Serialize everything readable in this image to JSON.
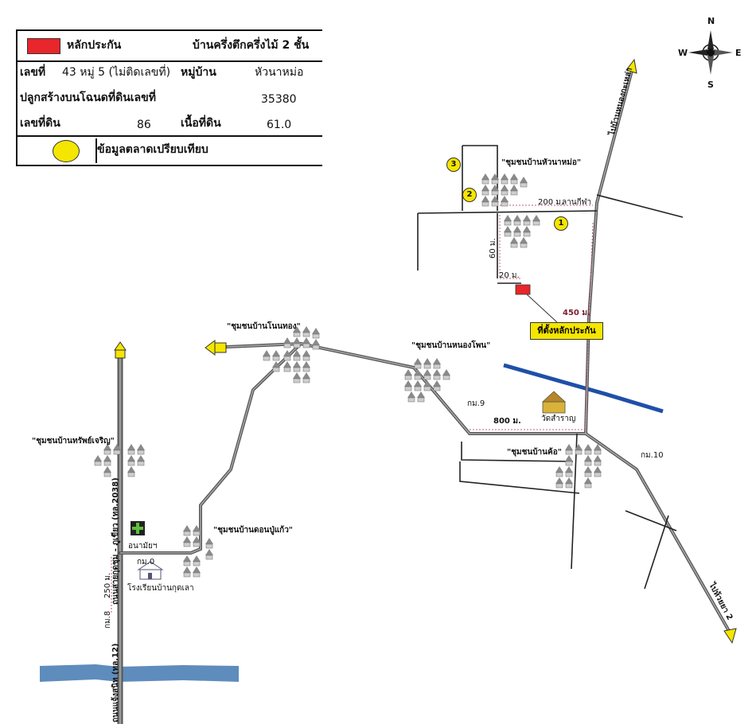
{
  "legend": {
    "collateral_label": "หลักประกัน",
    "building_type": "บ้านครึ่งตึกครึ่งไม้ 2 ชั้น",
    "address_label": "เลขที่",
    "address_value": "43 หมู่ 5 (ไม่ติดเลขที่)",
    "village_label": "หมู่บ้าน",
    "village_value": "หัวนาหม่อ",
    "deed_label": "ปลูกสร้างบนโฉนดที่ดินเลขที่",
    "deed_value": "35380",
    "land_no_label": "เลขที่ดิน",
    "land_no_value": "86",
    "area_label": "เนื้อที่ดิน",
    "area_value": "61.0",
    "market_label": "ข้อมูลตลาดเปรียบเทียบ",
    "collateral_color": "#e8262b",
    "market_color": "#f5e600"
  },
  "compass": {
    "n": "N",
    "s": "S",
    "e": "E",
    "w": "W"
  },
  "places": {
    "hua_na_mo": "\"ชุมชนบ้านหัวนาหม่อ\"",
    "non_thong": "\"ชุมชนบ้านโนนทอง\"",
    "nong_phon": "\"ชุมชนบ้านหนองโพน\"",
    "ko": "\"ชุมชนบ้านค้อ\"",
    "sap_charoen": "\"ชุมชนบ้านทรัพย์เจริญ\"",
    "don_pu_kaeo": "\"ชุมชนบ้านดอนปู่แก้ว\"",
    "temple": "วัดสำราญ",
    "health": "อนามัยฯ",
    "school": "โรงเรียนบ้านกุดเลา",
    "lan_kila": "ลานกีฬา"
  },
  "roads": {
    "to_nong_kung": "ไปบ้านหนองกะเหล่า",
    "to_huai_yai": "ไปห้วยยา 2",
    "main_road": "ถนนสายกุดชุม - ภูเขียว (ทล.2038)",
    "bottom_road": "ถนนแจ้งสนิท (ทล.12)"
  },
  "km": {
    "km0": "กม.0",
    "km8": "กม.8",
    "km9": "กม.9",
    "km10": "กม.10"
  },
  "distances": {
    "d200": "200 ม.",
    "d60": "60 ม.",
    "d20": "20 ม.",
    "d450": "450 ม.",
    "d800": "800 ม.",
    "d250": "250 ม."
  },
  "markers": {
    "m1": "1",
    "m2": "2",
    "m3": "3"
  },
  "target": "ที่ตั้งหลักประกัน"
}
